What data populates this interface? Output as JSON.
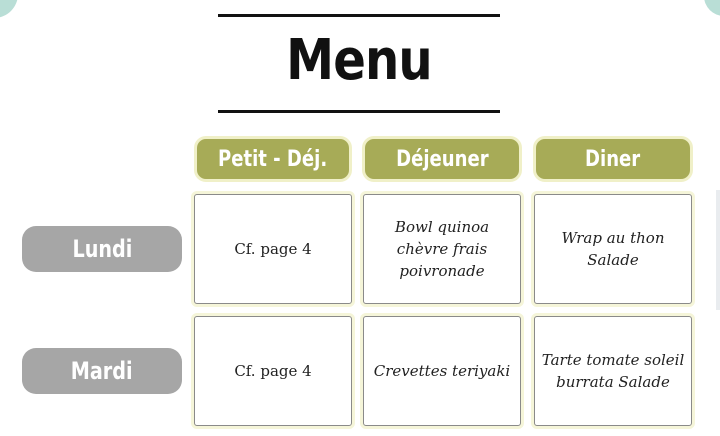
{
  "title": "Menu",
  "columns": [
    "Petit - Déj.",
    "Déjeuner",
    "Diner"
  ],
  "rows": [
    {
      "day": "Lundi",
      "cells": [
        "Cf. page 4",
        "Bowl quinoa\nchèvre frais\npoivronade",
        "Wrap au thon\nSalade"
      ]
    },
    {
      "day": "Mardi",
      "cells": [
        "Cf. page 4",
        "Crevettes teriyaki",
        "Tarte tomate soleil\nburrata Salade"
      ]
    }
  ],
  "colors": {
    "header_green": "#a7ab57",
    "day_gray": "#a6a6a6",
    "corner_teal": "#b9ded6"
  }
}
